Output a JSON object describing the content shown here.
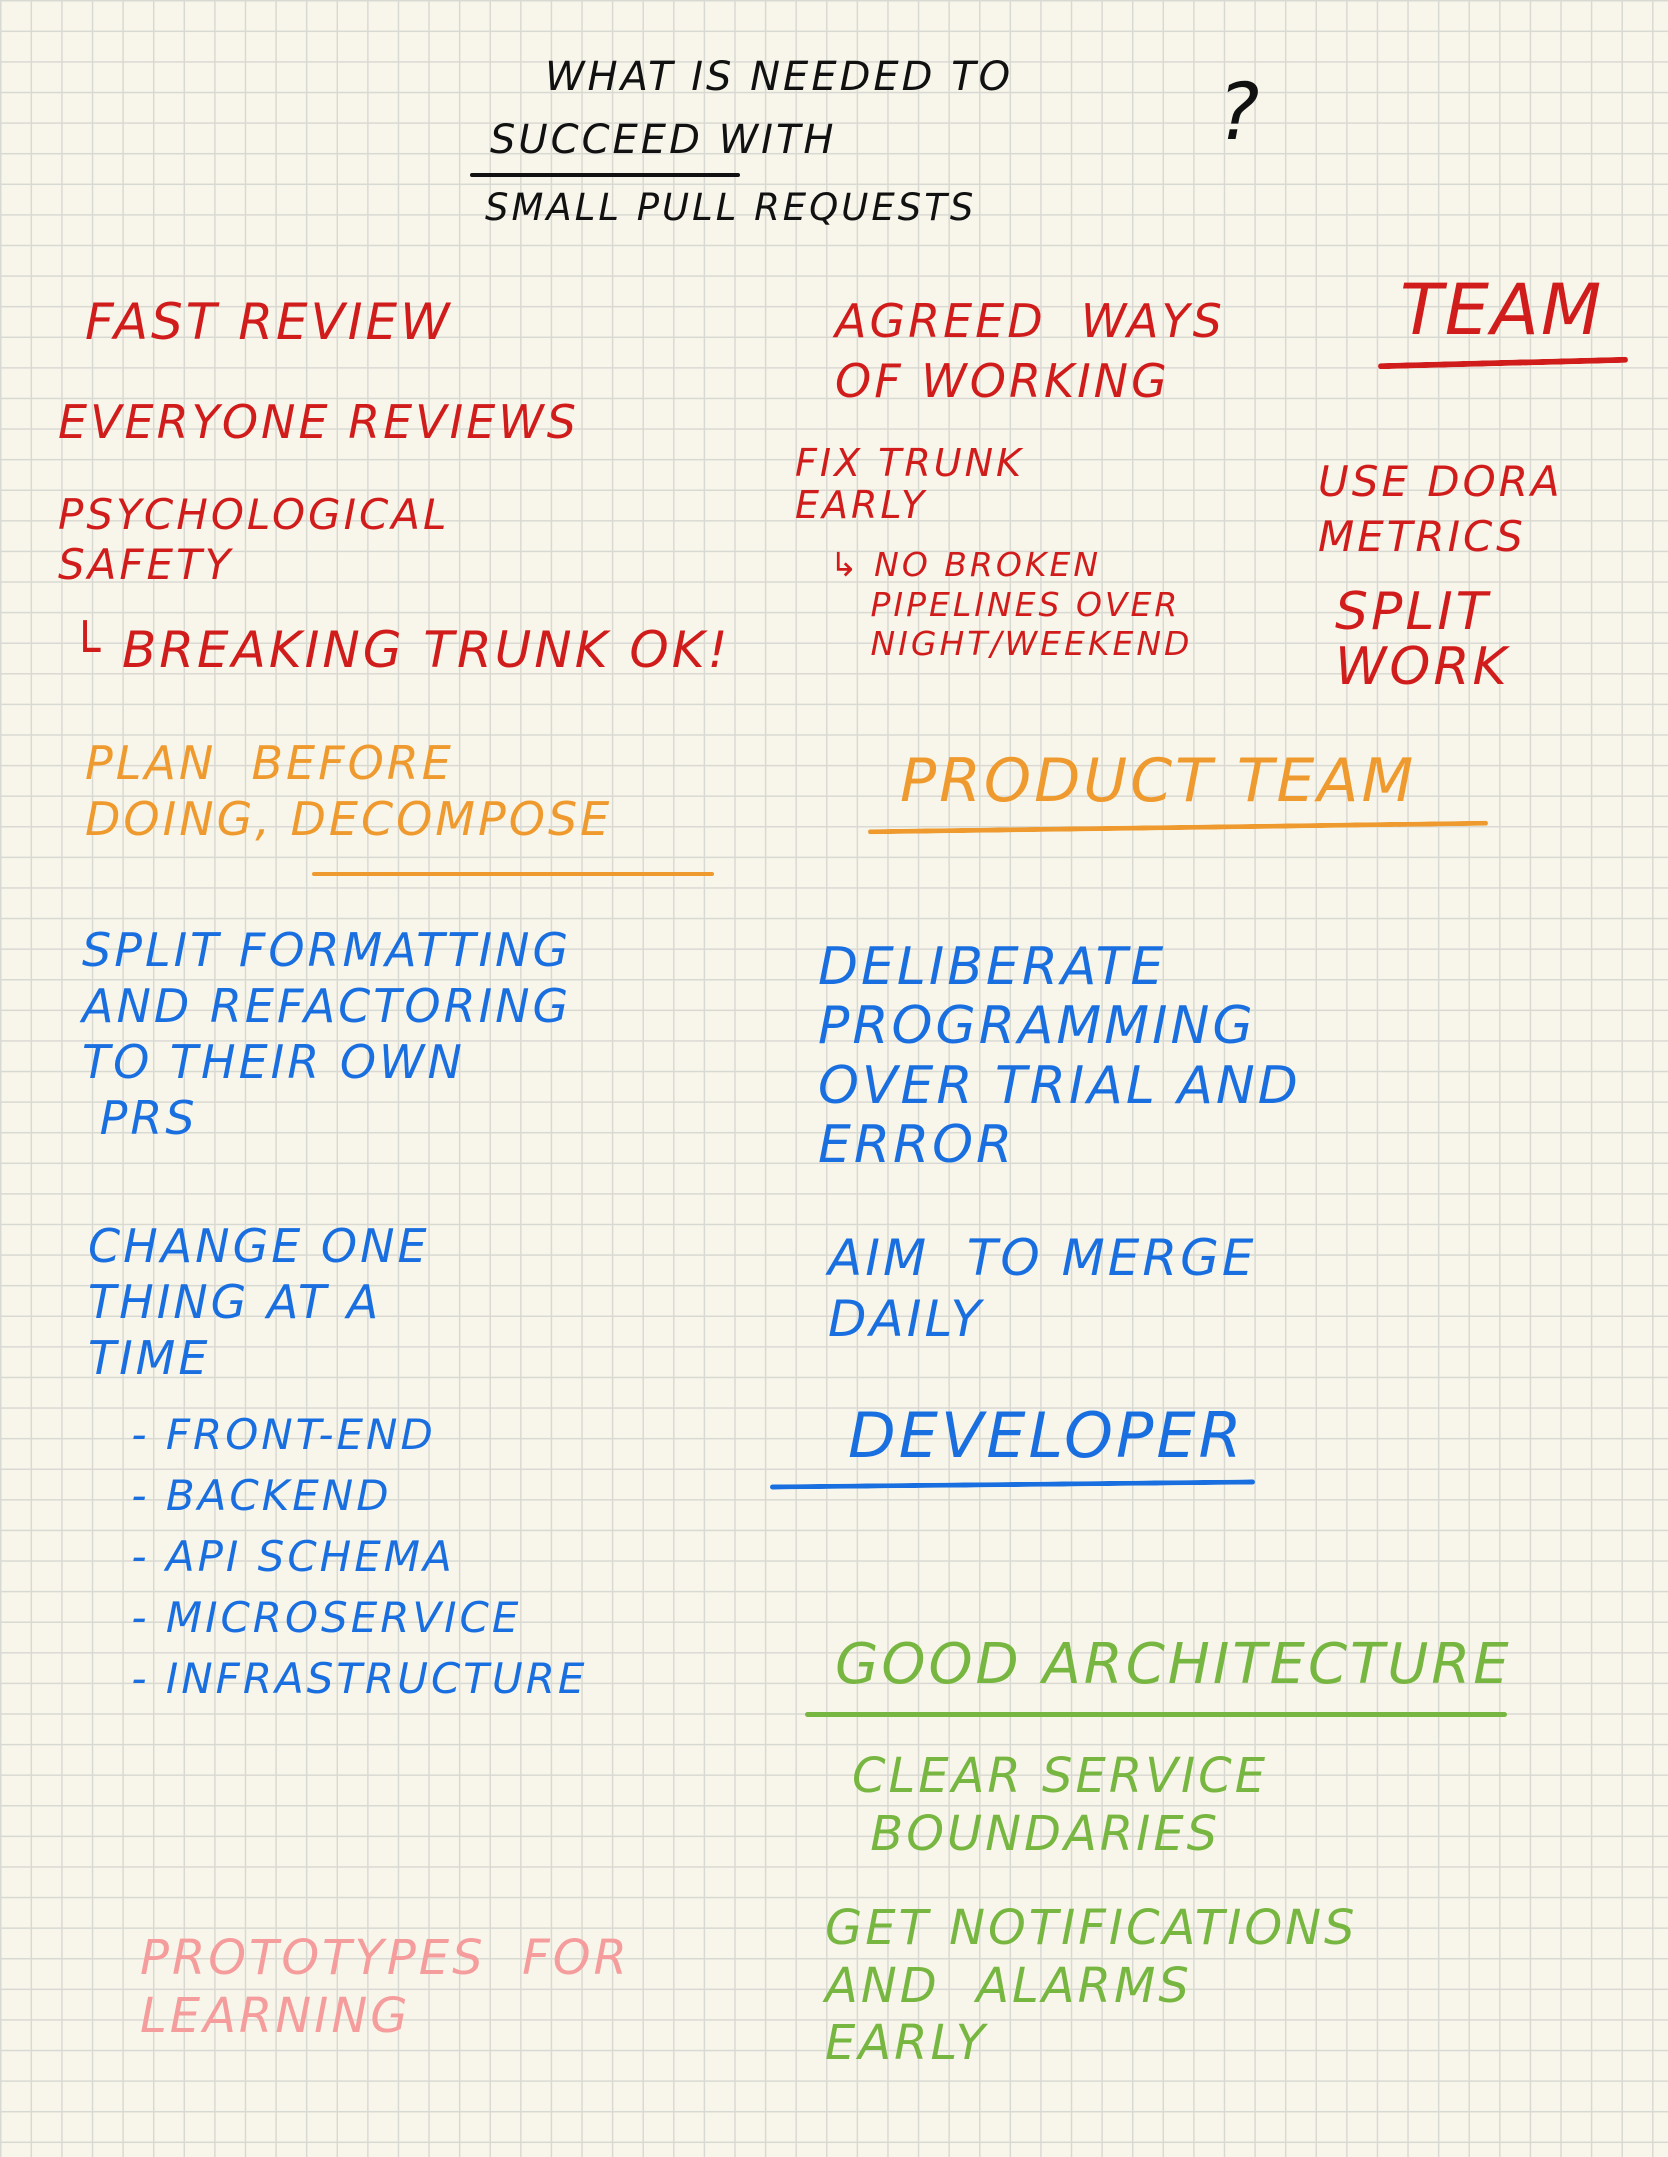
{
  "colors": {
    "paper": "#f8f6ea",
    "grid": "#d9d9d3",
    "title_ink": "#111111",
    "team_ink": "#d11c1c",
    "product_team_ink": "#ef9a2f",
    "developer_ink": "#1a6fe0",
    "architecture_ink": "#77b640",
    "prototype_ink": "#f59c9c"
  },
  "title": {
    "line1": "WHAT IS NEEDED TO",
    "line2": "SUCCEED WITH",
    "line3": "SMALL PULL REQUESTS",
    "question_mark": "?"
  },
  "team": {
    "heading": "TEAM",
    "fast_review": "FAST REVIEW",
    "everyone_reviews": "EVERYONE REVIEWS",
    "psych_safety": "PSYCHOLOGICAL\nSAFETY",
    "breaking_trunk": "└ BREAKING TRUNK OK!",
    "agreed_ways": "AGREED  WAYS\nOF WORKING",
    "fix_trunk": "FIX TRUNK\nEARLY",
    "no_broken": "↳ NO BROKEN\n   PIPELINES OVER\n   NIGHT/WEEKEND",
    "use_dora": "USE DORA\nMETRICS",
    "split_work": "SPLIT\nWORK"
  },
  "product_team": {
    "heading": "PRODUCT TEAM",
    "plan_before": "PLAN  BEFORE\nDOING, DECOMPOSE"
  },
  "developer": {
    "heading": "DEVELOPER",
    "split_formatting": "SPLIT FORMATTING\nAND REFACTORING\nTO THEIR OWN\n PRS",
    "change_one": "CHANGE ONE\nTHING AT A\nTIME",
    "change_items": " - FRONT-END\n - BACKEND\n - API SCHEMA\n - MICROSERVICE\n - INFRASTRUCTURE",
    "deliberate": "DELIBERATE\nPROGRAMMING\nOVER TRIAL AND\nERROR",
    "aim_merge": "AIM  TO MERGE\nDAILY"
  },
  "architecture": {
    "heading": "GOOD ARCHITECTURE",
    "clear_boundaries": "CLEAR SERVICE\n BOUNDARIES",
    "notifications": "GET NOTIFICATIONS\nAND  ALARMS\nEARLY"
  },
  "prototypes": {
    "text": "PROTOTYPES  FOR\nLEARNING"
  }
}
